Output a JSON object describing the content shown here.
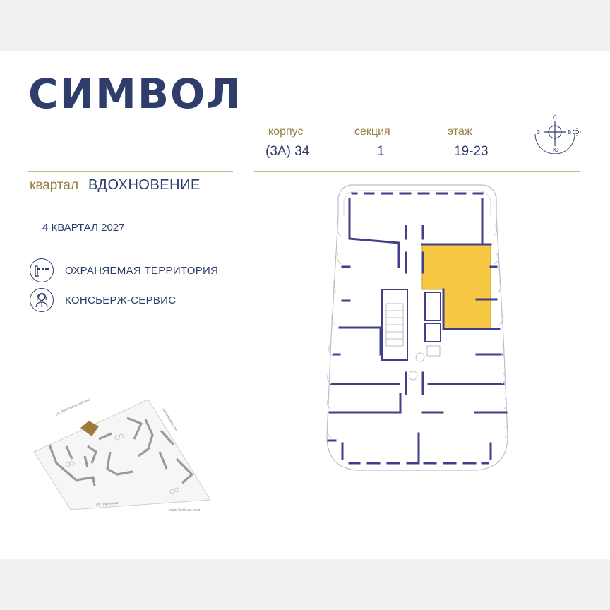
{
  "project": {
    "logo": "СИМВОЛ",
    "quarter_label": "квартал",
    "quarter_name": "ВДОХНОВЕНИЕ",
    "delivery": "4 КВАРТАЛ 2027"
  },
  "features": [
    {
      "label": "ОХРАНЯЕМАЯ ТЕРРИТОРИЯ",
      "icon": "barrier-icon"
    },
    {
      "label": "КОНСЬЕРЖ-СЕРВИС",
      "icon": "concierge-icon"
    }
  ],
  "header": {
    "building_label": "корпус",
    "building_value": "(3А) 34",
    "section_label": "секция",
    "section_value": "1",
    "floor_label": "этаж",
    "floor_value": "19-23"
  },
  "compass": {
    "n": "С",
    "s": "Ю",
    "w": "З",
    "e": "В"
  },
  "siteplan": {
    "street_top": "ул. Золоторожский вал",
    "street_bottom": "ул. Кирпичная",
    "street_right": "Золоторожская",
    "park": "парк Зелёная река"
  },
  "colors": {
    "brand": "#2f3d6b",
    "gold": "#9a7f45",
    "highlight": "#f7c843",
    "wall": "#3f3f8a"
  }
}
